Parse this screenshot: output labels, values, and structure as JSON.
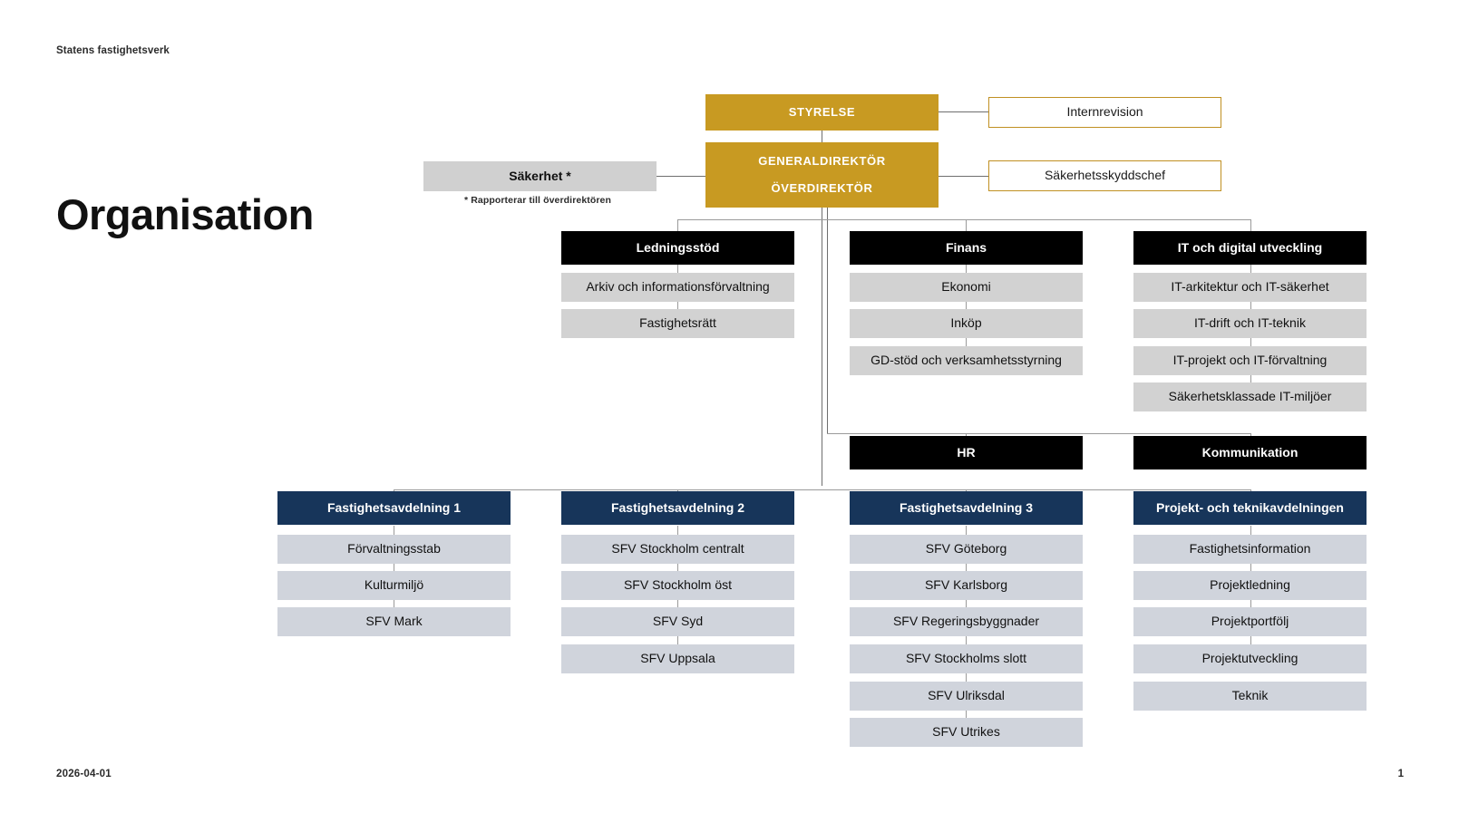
{
  "brand": "Statens fastighetsverk",
  "page_title": "Organisation",
  "footer": {
    "date": "2026-04-01",
    "page_number": "1"
  },
  "footnote": "*  Rapporterar till överdirektören",
  "colors": {
    "gold": "#c89a22",
    "gold_outline": "#c09022",
    "black": "#000000",
    "navy": "#17355a",
    "grey_box": "#d0d0d0",
    "sub_grey": "#d2d2d2",
    "navy_sub": "#d0d4dc",
    "connector": "#6e6e6e"
  },
  "top": {
    "styrelse": "STYRELSE",
    "internrevision": "Internrevision",
    "gd_line1": "GENERALDIREKTÖR",
    "gd_line2": "ÖVERDIREKTÖR",
    "sakerhet": "Säkerhet *",
    "sakerhetsskyddschef": "Säkerhetsskyddschef"
  },
  "staff_columns": [
    {
      "header": "Ledningsstöd",
      "items": [
        "Arkiv och informationsförvaltning",
        "Fastighetsrätt"
      ]
    },
    {
      "header": "Finans",
      "items": [
        "Ekonomi",
        "Inköp",
        "GD-stöd och verksamhetsstyrning"
      ]
    },
    {
      "header": "IT och digital utveckling",
      "items": [
        "IT-arkitektur och IT-säkerhet",
        "IT-drift och IT-teknik",
        "IT-projekt och IT-förvaltning",
        "Säkerhetsklassade IT-miljöer"
      ]
    }
  ],
  "second_row": [
    {
      "header": "HR"
    },
    {
      "header": "Kommunikation"
    }
  ],
  "departments": [
    {
      "header": "Fastighetsavdelning 1",
      "items": [
        "Förvaltningsstab",
        "Kulturmiljö",
        "SFV Mark"
      ]
    },
    {
      "header": "Fastighetsavdelning 2",
      "items": [
        "SFV Stockholm centralt",
        "SFV Stockholm öst",
        "SFV Syd",
        "SFV Uppsala"
      ]
    },
    {
      "header": "Fastighetsavdelning 3",
      "items": [
        "SFV Göteborg",
        "SFV Karlsborg",
        "SFV Regeringsbyggnader",
        "SFV Stockholms slott",
        "SFV Ulriksdal",
        "SFV Utrikes"
      ]
    },
    {
      "header": "Projekt- och teknikavdelningen",
      "items": [
        "Fastighetsinformation",
        "Projektledning",
        "Projektportfölj",
        "Projektutveckling",
        "Teknik"
      ]
    }
  ]
}
